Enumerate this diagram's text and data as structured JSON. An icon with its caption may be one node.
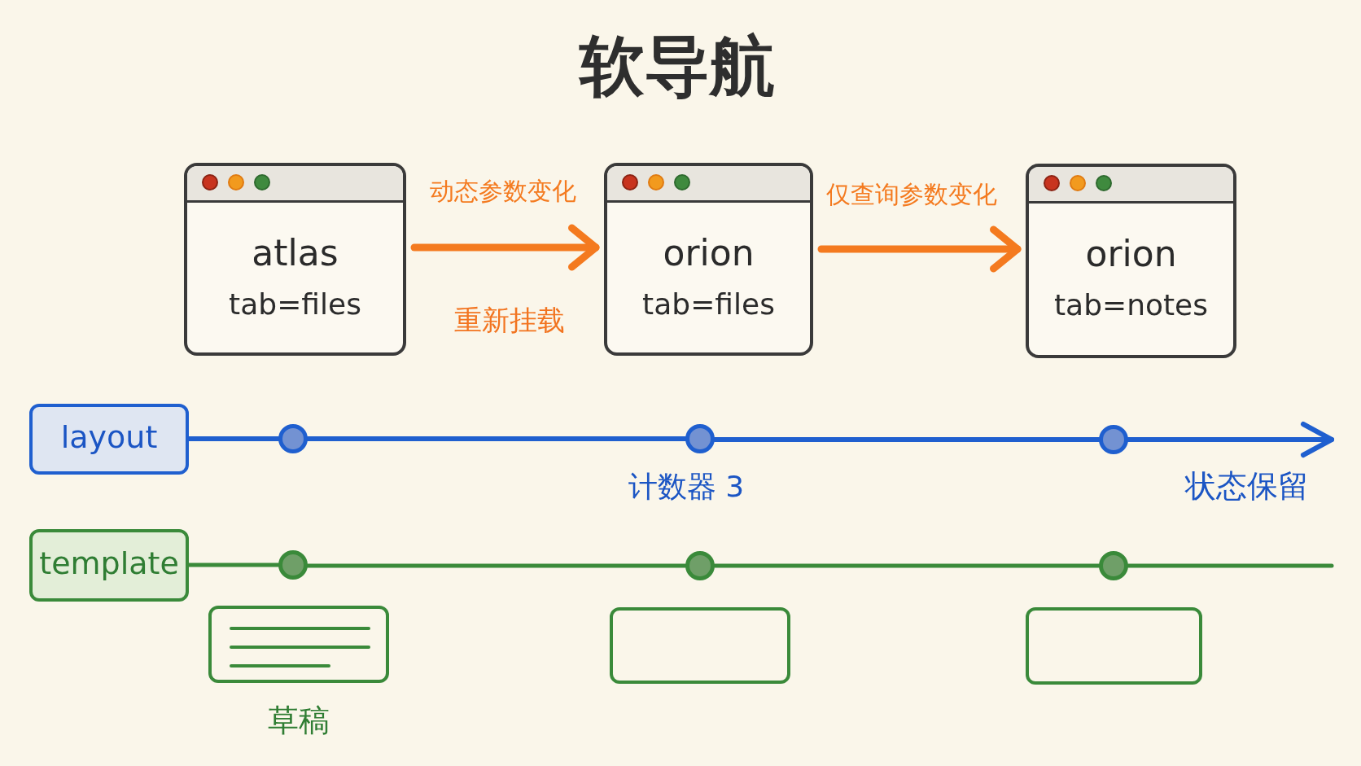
{
  "diagram": {
    "title": "软导航",
    "nodes": [
      {
        "text": [
          "atlas",
          "tab=files"
        ]
      },
      {
        "text": [
          "orion",
          "tab=files"
        ]
      },
      {
        "text": [
          "orion",
          "tab=notes"
        ]
      },
      {
        "text": [
          "layout"
        ]
      },
      {
        "text": [],
        "shape": "circle"
      },
      {
        "text": [],
        "shape": "circle"
      },
      {
        "text": [],
        "shape": "circle"
      },
      {
        "text": [
          "template"
        ]
      },
      {
        "text": [],
        "shape": "circle"
      },
      {
        "text": [],
        "shape": "circle"
      },
      {
        "text": [],
        "shape": "circle"
      },
      {
        "text": [],
        "shape": "box",
        "beside": [
          "草稿"
        ]
      },
      {
        "text": [],
        "shape": "box"
      },
      {
        "text": [],
        "shape": "box"
      }
    ],
    "edges": [
      {
        "from": 0,
        "to": 1,
        "arrow": "to",
        "label": "动态参数变化",
        "color": "#f47a1f"
      },
      {
        "from": 1,
        "to": 2,
        "arrow": "to",
        "label": "仅查询参数变化",
        "color": "#f47a1f"
      },
      {
        "from": 3,
        "to": 4,
        "arrow": "none",
        "color": "#1f5fcf"
      },
      {
        "from": 4,
        "to": 5,
        "arrow": "none",
        "color": "#1f5fcf"
      },
      {
        "from": 5,
        "to": 6,
        "arrow": "none",
        "color": "#1f5fcf"
      },
      {
        "from": 6,
        "to": null,
        "arrow": "to",
        "color": "#1f5fcf"
      },
      {
        "from": 7,
        "to": 8,
        "arrow": "none",
        "color": "#3a8a3a"
      },
      {
        "from": 8,
        "to": 9,
        "arrow": "none",
        "color": "#3a8a3a"
      },
      {
        "from": 9,
        "to": 10,
        "arrow": "none",
        "color": "#3a8a3a"
      },
      {
        "from": 10,
        "to": null,
        "arrow": "none",
        "color": "#3a8a3a"
      }
    ],
    "labels": [
      "重新挂载",
      "计数器 3",
      "状态保留"
    ]
  }
}
